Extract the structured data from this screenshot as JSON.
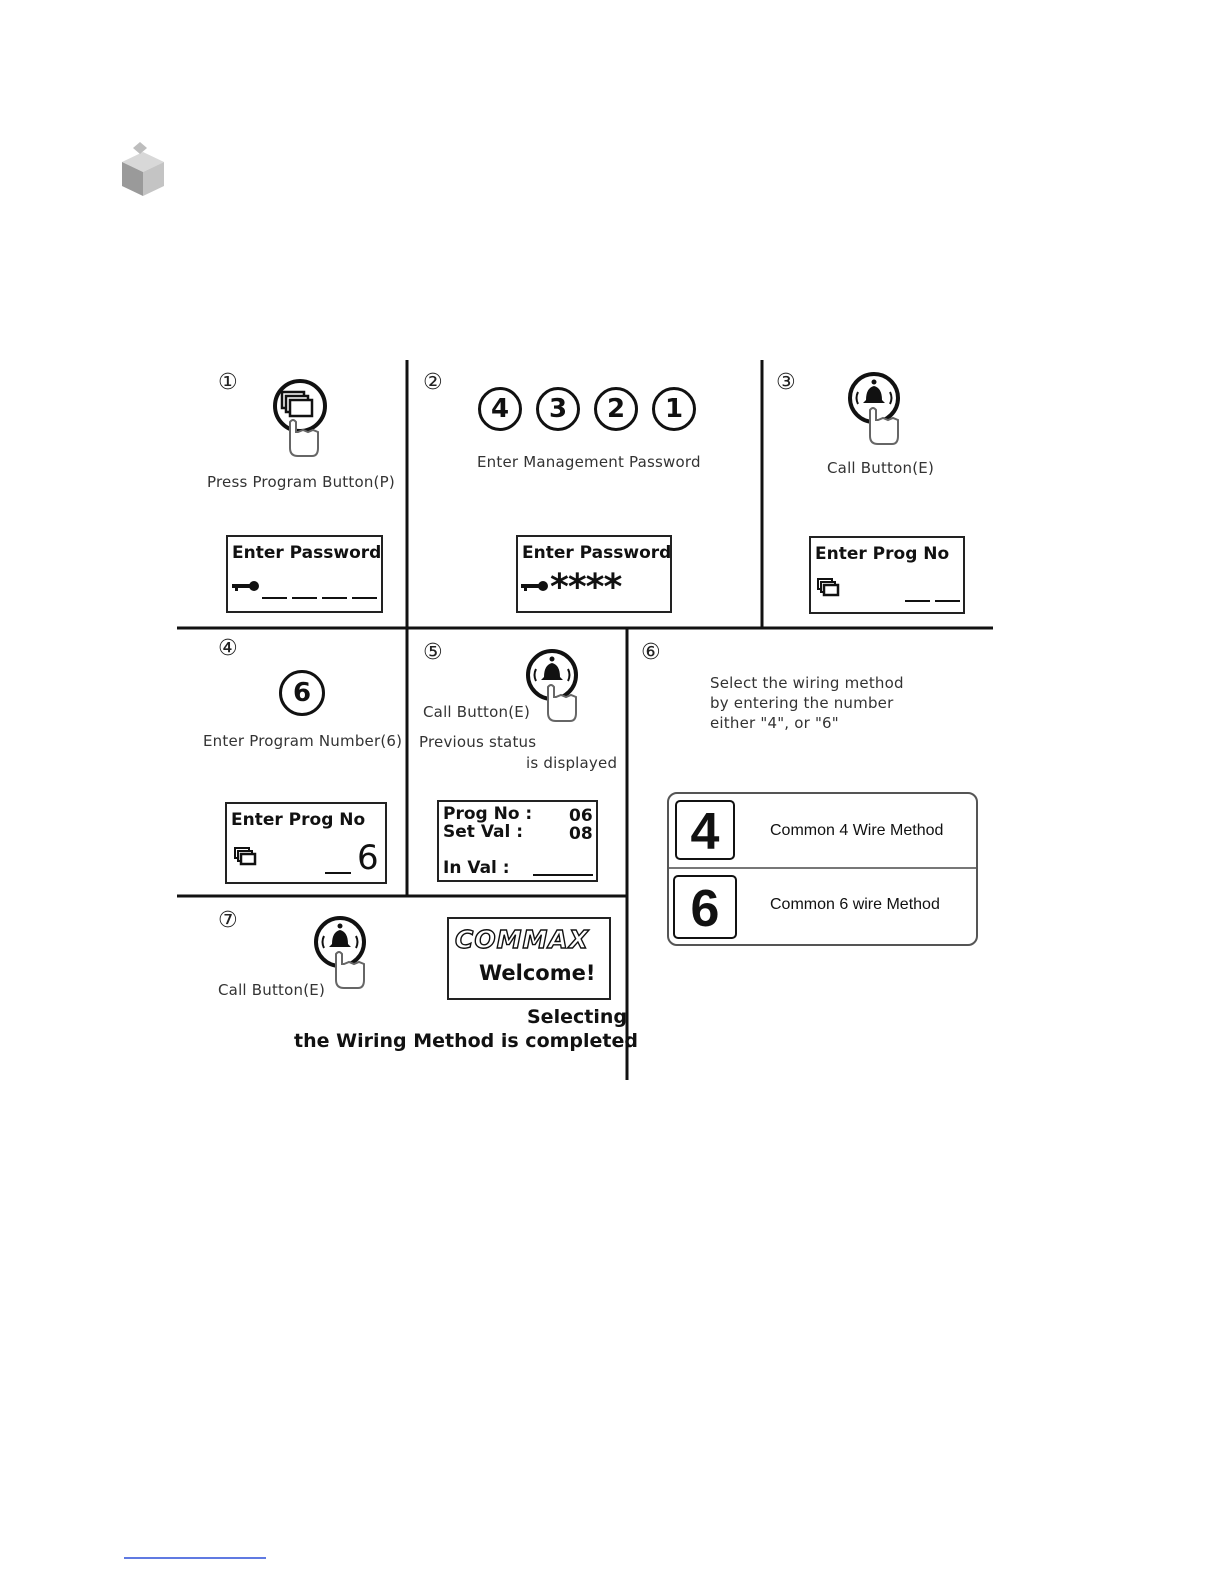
{
  "steps": {
    "s1": {
      "num": "①",
      "caption": "Press Program Button(P)",
      "lcd_title": "Enter Password"
    },
    "s2": {
      "num": "②",
      "digits": [
        "4",
        "3",
        "2",
        "1"
      ],
      "caption": "Enter Management Password",
      "lcd_title": "Enter Password",
      "lcd_value": "****"
    },
    "s3": {
      "num": "③",
      "caption": "Call Button(E)",
      "lcd_title": "Enter Prog No"
    },
    "s4": {
      "num": "④",
      "digit": "6",
      "caption": "Enter Program Number(6)",
      "lcd_title": "Enter Prog No",
      "lcd_value": "6"
    },
    "s5": {
      "num": "⑤",
      "caption": "Call Button(E)",
      "caption2": "Previous status",
      "caption3": "is displayed",
      "lcd_prog_label": "Prog No :",
      "lcd_prog_value": "06",
      "lcd_set_label": "Set  Val  :",
      "lcd_set_value": "08",
      "lcd_in_label": "In Val :"
    },
    "s6": {
      "num": "⑥",
      "caption_line1": "Select the wiring method",
      "caption_line2": "by entering the number",
      "caption_line3": "either  \"4\", or \"6\"",
      "options": [
        {
          "num": "4",
          "label": "Common 4 Wire Method"
        },
        {
          "num": "6",
          "label": "Common 6 wire Method"
        }
      ]
    },
    "s7": {
      "num": "⑦",
      "caption": "Call Button(E)",
      "logo": "COMMAX",
      "welcome": "Welcome!",
      "done1": "Selecting",
      "done2": "the Wiring  Method is completed"
    }
  }
}
